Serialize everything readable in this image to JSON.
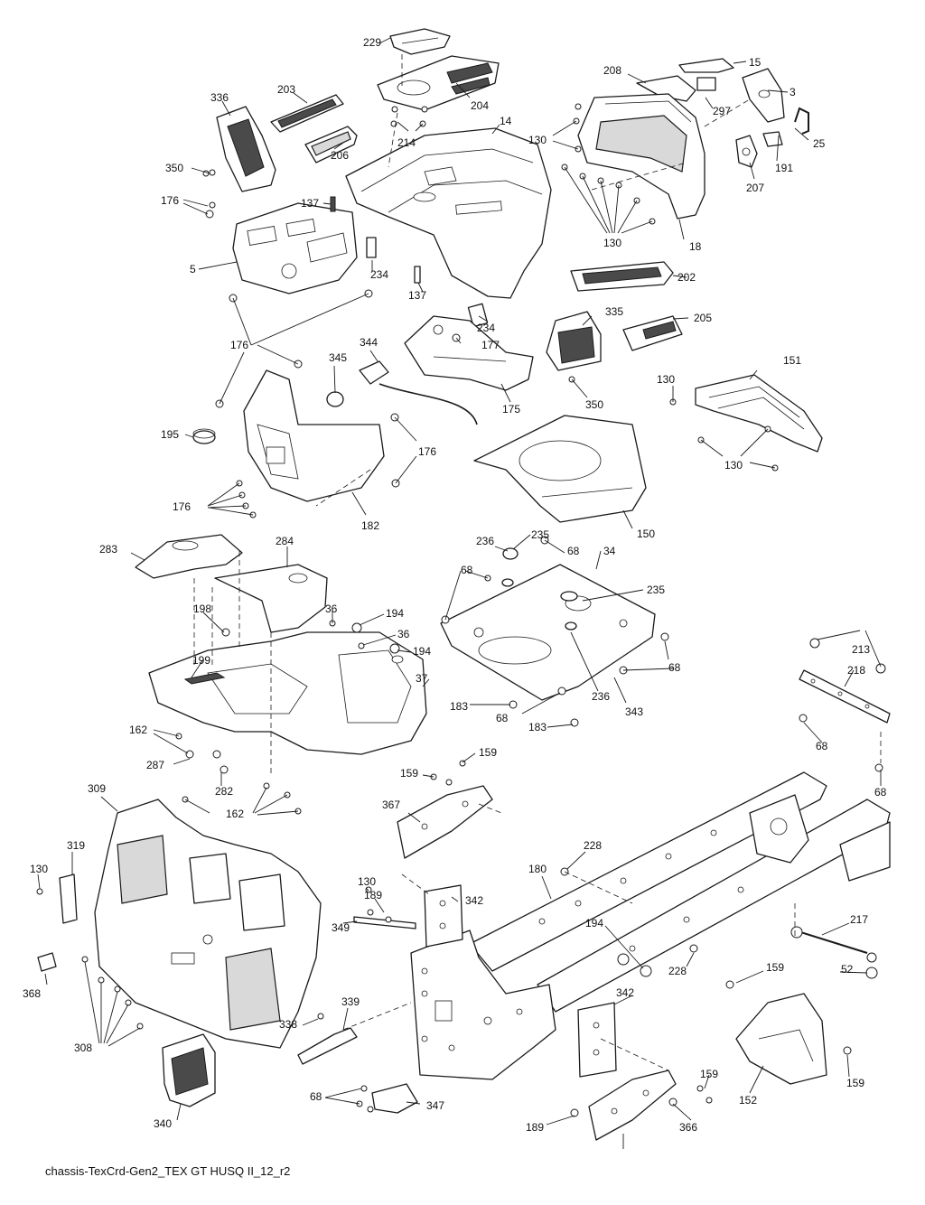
{
  "footer_label": "chassis-TexCrd-Gen2_TEX GT HUSQ II_12_r2",
  "callouts": [
    {
      "text": "229"
    },
    {
      "text": "203"
    },
    {
      "text": "336"
    },
    {
      "text": "204"
    },
    {
      "text": "208"
    },
    {
      "text": "15"
    },
    {
      "text": "3"
    },
    {
      "text": "297"
    },
    {
      "text": "214"
    },
    {
      "text": "14"
    },
    {
      "text": "130"
    },
    {
      "text": "206"
    },
    {
      "text": "350"
    },
    {
      "text": "191"
    },
    {
      "text": "25"
    },
    {
      "text": "207"
    },
    {
      "text": "137"
    },
    {
      "text": "176"
    },
    {
      "text": "5"
    },
    {
      "text": "234"
    },
    {
      "text": "130"
    },
    {
      "text": "18"
    },
    {
      "text": "202"
    },
    {
      "text": "137"
    },
    {
      "text": "234"
    },
    {
      "text": "335"
    },
    {
      "text": "205"
    },
    {
      "text": "176"
    },
    {
      "text": "344"
    },
    {
      "text": "177"
    },
    {
      "text": "345"
    },
    {
      "text": "151"
    },
    {
      "text": "130"
    },
    {
      "text": "175"
    },
    {
      "text": "350"
    },
    {
      "text": "195"
    },
    {
      "text": "176"
    },
    {
      "text": "130"
    },
    {
      "text": "176"
    },
    {
      "text": "182"
    },
    {
      "text": "150"
    },
    {
      "text": "283"
    },
    {
      "text": "284"
    },
    {
      "text": "236"
    },
    {
      "text": "235"
    },
    {
      "text": "68"
    },
    {
      "text": "34"
    },
    {
      "text": "68"
    },
    {
      "text": "235"
    },
    {
      "text": "198"
    },
    {
      "text": "36"
    },
    {
      "text": "194"
    },
    {
      "text": "36"
    },
    {
      "text": "199"
    },
    {
      "text": "194"
    },
    {
      "text": "213"
    },
    {
      "text": "218"
    },
    {
      "text": "37"
    },
    {
      "text": "68"
    },
    {
      "text": "236"
    },
    {
      "text": "183"
    },
    {
      "text": "343"
    },
    {
      "text": "68"
    },
    {
      "text": "183"
    },
    {
      "text": "162"
    },
    {
      "text": "287"
    },
    {
      "text": "68"
    },
    {
      "text": "159"
    },
    {
      "text": "282"
    },
    {
      "text": "159"
    },
    {
      "text": "162"
    },
    {
      "text": "309"
    },
    {
      "text": "367"
    },
    {
      "text": "68"
    },
    {
      "text": "319"
    },
    {
      "text": "228"
    },
    {
      "text": "130"
    },
    {
      "text": "180"
    },
    {
      "text": "130"
    },
    {
      "text": "189"
    },
    {
      "text": "342"
    },
    {
      "text": "194"
    },
    {
      "text": "217"
    },
    {
      "text": "349"
    },
    {
      "text": "228"
    },
    {
      "text": "52"
    },
    {
      "text": "368"
    },
    {
      "text": "159"
    },
    {
      "text": "339"
    },
    {
      "text": "342"
    },
    {
      "text": "338"
    },
    {
      "text": "308"
    },
    {
      "text": "159"
    },
    {
      "text": "340"
    },
    {
      "text": "68"
    },
    {
      "text": "347"
    },
    {
      "text": "189"
    },
    {
      "text": "159"
    },
    {
      "text": "152"
    },
    {
      "text": "366"
    }
  ]
}
